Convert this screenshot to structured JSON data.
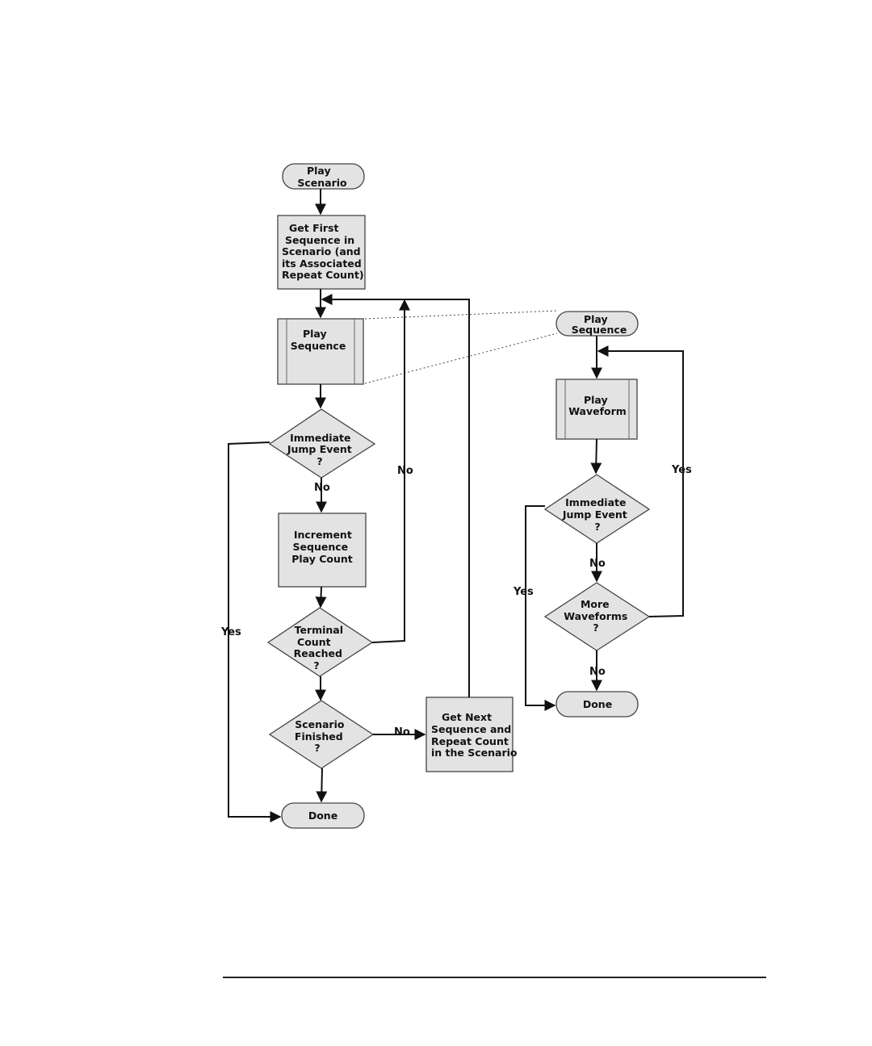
{
  "main": {
    "play_scenario": [
      "Play",
      "Scenario"
    ],
    "get_first": [
      "Get First",
      "Sequence in",
      "Scenario (and",
      "its Associated",
      "Repeat Count)"
    ],
    "play_sequence": [
      "Play",
      "Sequence"
    ],
    "immediate_jump": [
      "Immediate",
      "Jump Event",
      "?"
    ],
    "increment": [
      "Increment",
      "Sequence",
      "Play Count"
    ],
    "terminal_count": [
      "Terminal",
      "Count",
      "Reached",
      "?"
    ],
    "scenario_finished": [
      "Scenario",
      "Finished",
      "?"
    ],
    "get_next": [
      "Get Next",
      "Sequence and",
      "Repeat Count",
      "in the Scenario"
    ],
    "done": [
      "Done"
    ],
    "labels": {
      "jump_no": "No",
      "jump_yes": "Yes",
      "terminal_no": "No",
      "finished_no": "No"
    }
  },
  "sub": {
    "play_sequence": [
      "Play",
      "Sequence"
    ],
    "play_waveform": [
      "Play",
      "Waveform"
    ],
    "immediate_jump": [
      "Immediate",
      "Jump Event",
      "?"
    ],
    "more_waveforms": [
      "More",
      "Waveforms",
      "?"
    ],
    "done": [
      "Done"
    ],
    "labels": {
      "jump_no": "No",
      "jump_yes": "Yes",
      "more_yes": "Yes",
      "more_no": "No"
    }
  }
}
